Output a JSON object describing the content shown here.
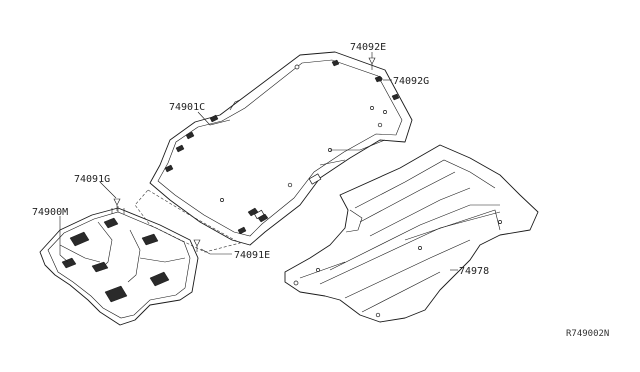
{
  "labels": {
    "p74092E": "74092E",
    "p74092G": "74092G",
    "p74901C": "74901C",
    "p74091G": "74091G",
    "p74900M": "74900M",
    "p74091E": "74091E",
    "p74978": "74978"
  },
  "reference_code": "R749002N"
}
